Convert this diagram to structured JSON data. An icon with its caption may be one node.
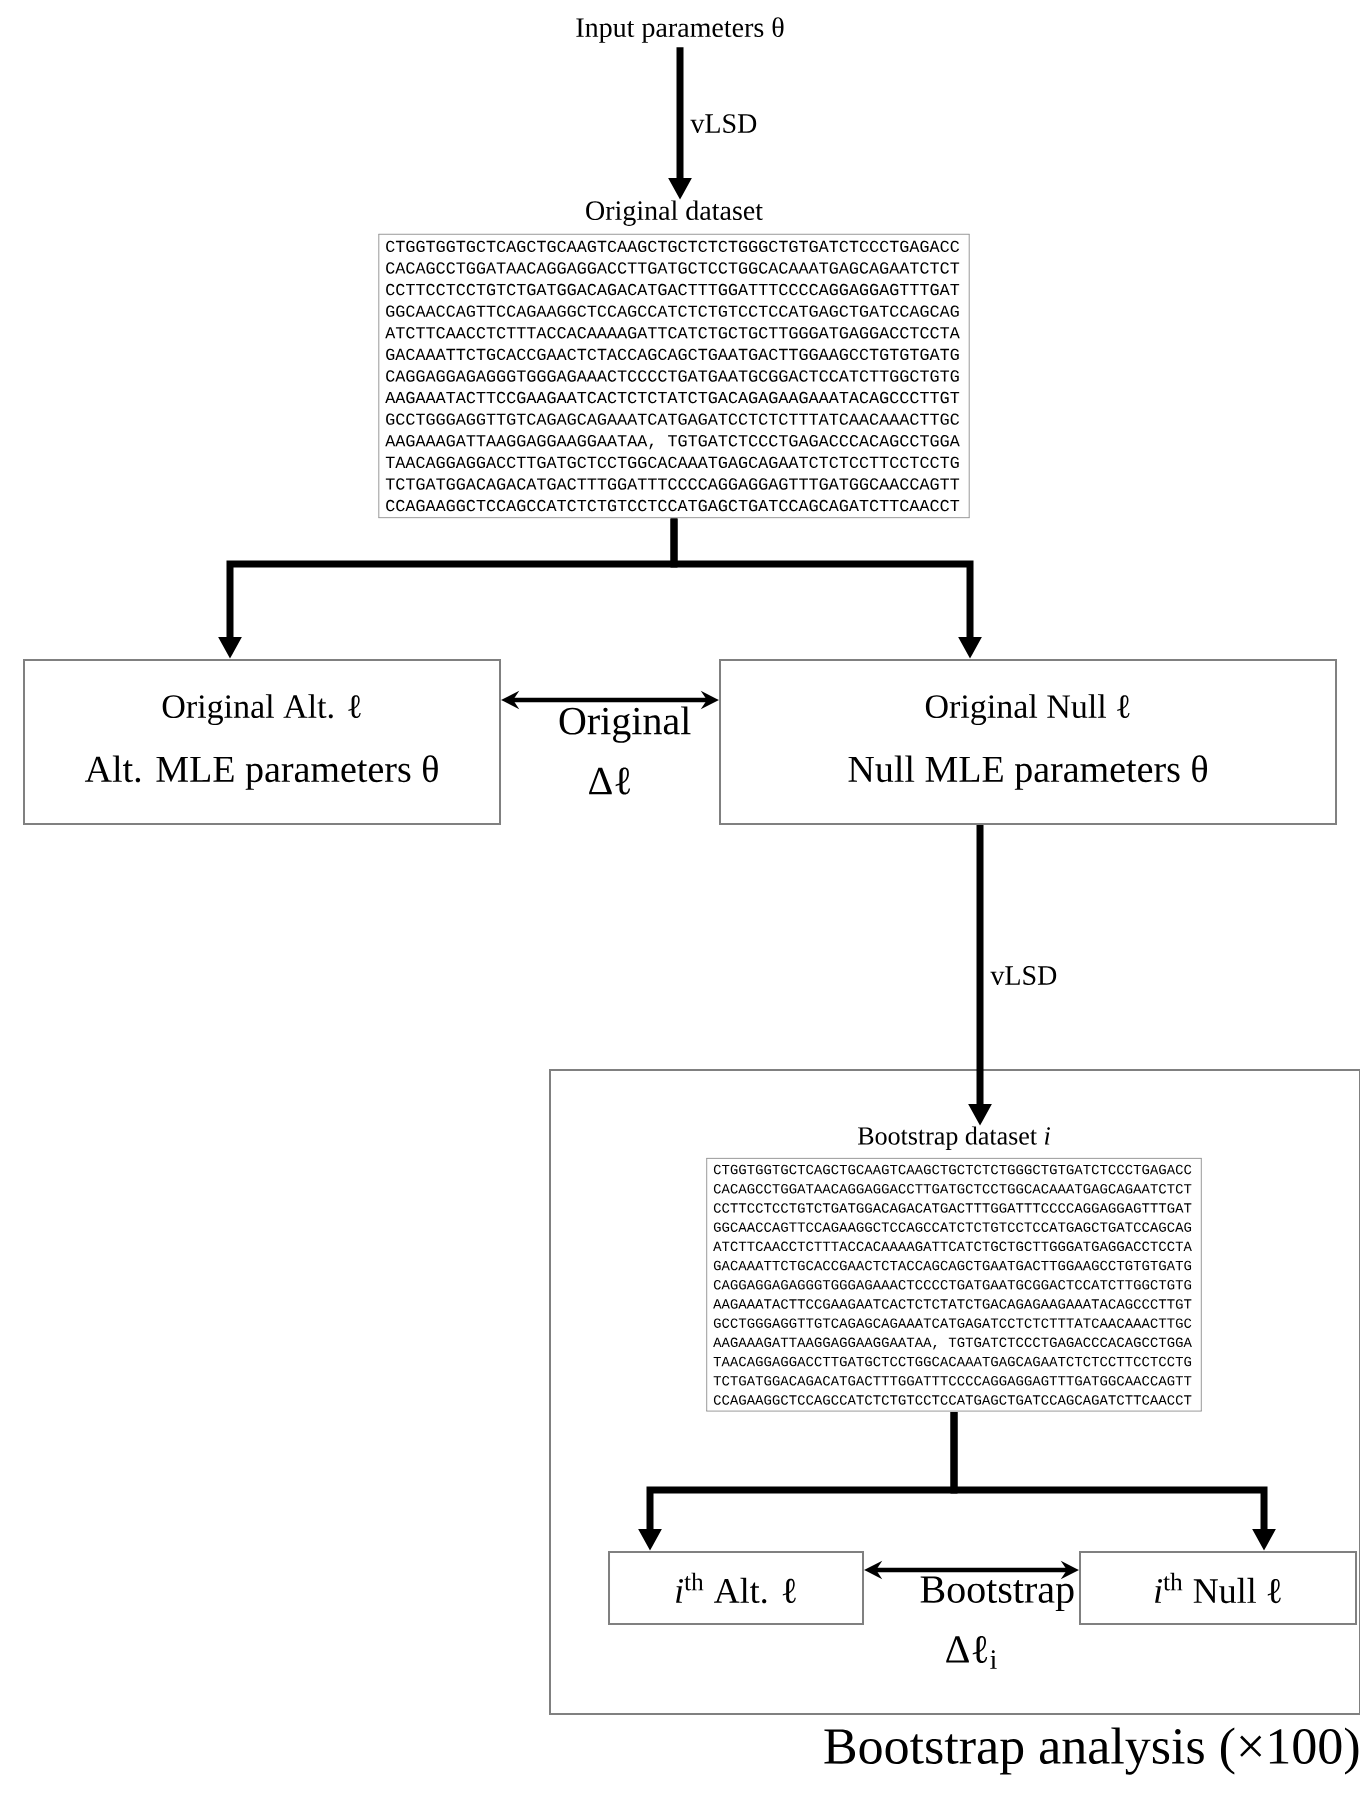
{
  "diagram": {
    "nodes": [
      {
        "text": [
          "Input parameters θ"
        ]
      },
      {
        "text": [
          "Original dataset",
          "CTGGTGGTGCTCAGCTGCAAGTCAAGCTGCTCTCTGGGCTGTGATCTCCCTGAGACC CACAGCCTGGATAACAGGAGGACCTTGATGCTCCTGGCACAAATGAGCAGAATCTCT CCTTCCTCCTGTCTGATGGACAGACATGACTTTGGATTTCCCCAGGAGGAGTTTGAT GGCAACCAGTTCCAGAAGGCTCCAGCCATCTCTGTCCTCCATGAGCTGATCCAGCAG ATCTTCAACCTCTTTACCACAAAAGATTCATCTGCTGCTTGGGATGAGGACCTCCTA GACAAATTCTGCACCGAACTCTACCAGCAGCTGAATGACTTGGAAGCCTGTGTGATG CAGGAGGAGAGGGTGGGAGAAACTCCCCTGATGAATGCGGACTCCATCTTGGCTGTG AAGAAATACTTCCGAAGAATCACTCTCTATCTGACAGAGAAGAAATACAGCCCTTGT GCCTGGGAGGTTGTCAGAGCAGAAATCATGAGATCCTCTCTTTATCAACAAACTTGC AAGAAAGATTAAGGAGGAAGGAATAA, TGTGATCTCCCTGAGACCCACAGCCTGGA TAACAGGAGGACCTTGATGCTCCTGGCACAAATGAGCAGAATCTCTCCTTCCTCCTG TCTGATGGACAGACATGACTTTGGATTTCCCCAGGAGGAGTTTGATGGCAACCAGTT CCAGAAGGCTCCAGCCATCTCTGTCCTCCATGAGCTGATCCAGCAGATCTTCAACCT"
        ]
      },
      {
        "text": [
          "Original Alt. ℓ",
          "Alt. MLE parameters θ"
        ]
      },
      {
        "text": [
          "Original Null ℓ",
          "Null MLE parameters θ"
        ]
      },
      {
        "text": [
          "Bootstrap analysis (×100)"
        ]
      },
      {
        "text": [
          "Bootstrap dataset *i*",
          "CTGGTGGTGCTCAGCTGCAAGTCAAGCTGCTCTCTGGGCTGTGATCTCCCTGAGACC CACAGCCTGGATAACAGGAGGACCTTGATGCTCCTGGCACAAATGAGCAGAATCTCT CCTTCCTCCTGTCTGATGGACAGACATGACTTTGGATTTCCCCAGGAGGAGTTTGAT GGCAACCAGTTCCAGAAGGCTCCAGCCATCTCTGTCCTCCATGAGCTGATCCAGCAG ATCTTCAACCTCTTTACCACAAAAGATTCATCTGCTGCTTGGGATGAGGACCTCCTA GACAAATTCTGCACCGAACTCTACCAGCAGCTGAATGACTTGGAAGCCTGTGTGATG CAGGAGGAGAGGGTGGGAGAAACTCCCCTGATGAATGCGGACTCCATCTTGGCTGTG AAGAAATACTTCCGAAGAATCACTCTCTATCTGACAGAGAAGAAATACAGCCCTTGT GCCTGGGAGGTTGTCAGAGCAGAAATCATGAGATCCTCTCTTTATCAACAAACTTGC AAGAAAGATTAAGGAGGAAGGAATAA, TGTGATCTCCCTGAGACCCACAGCCTGGA TAACAGGAGGACCTTGATGCTCCTGGCACAAATGAGCAGAATCTCTCCTTCCTCCTG TCTGATGGACAGACATGACTTTGGATTTCCCCAGGAGGAGTTTGATGGCAACCAGTT CCAGAAGGCTCCAGCCATCTCTGTCCTCCATGAGCTGATCCAGCAGATCTTCAACCT"
        ],
        "in": 4
      },
      {
        "text": [
          "*i*$^{th}$ Alt. ℓ"
        ],
        "in": 4
      },
      {
        "text": [
          "*i*$^{th}$ Null ℓ"
        ],
        "in": 4
      }
    ],
    "edges": [
      {
        "from": 0,
        "to": 1,
        "arrow": "to",
        "label": "vLSD"
      },
      {
        "from": 1,
        "to": 2,
        "arrow": "to"
      },
      {
        "from": 1,
        "to": 3,
        "arrow": "to"
      },
      {
        "from": 2,
        "to": 3,
        "arrow": "both",
        "label": "Original Δℓ"
      },
      {
        "from": 3,
        "to": 5,
        "arrow": "to",
        "label": "vLSD"
      },
      {
        "from": 5,
        "to": 6,
        "arrow": "to"
      },
      {
        "from": 5,
        "to": 7,
        "arrow": "to"
      },
      {
        "from": 6,
        "to": 7,
        "arrow": "both",
        "label": "Bootstrap Δℓ$_{i}$"
      }
    ]
  }
}
